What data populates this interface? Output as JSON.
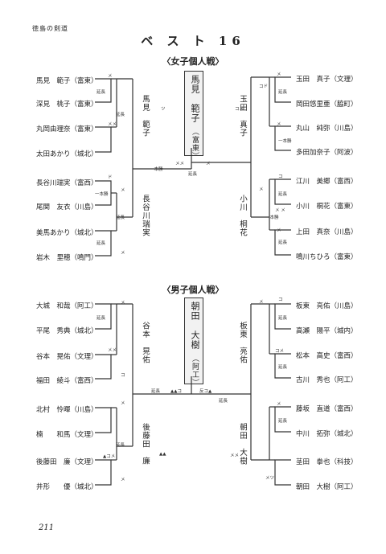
{
  "header": "徳島の剣道",
  "title": "ベ ス ト 16",
  "women": {
    "heading": "〈女子個人戦〉",
    "left_players": [
      "馬見　範子（富東）",
      "深見　桃子（富東）",
      "丸岡由理奈（富東）",
      "太田あかり（城北）",
      "長谷川瑞実（富西）",
      "尾関　友衣（川島）",
      "美馬あかり（城北）",
      "岩木　里穂（鳴門）"
    ],
    "right_players": [
      "玉田　真子（文理）",
      "岡田悠里亜（脇町）",
      "丸山　純弥（川島）",
      "多田加奈子（阿波）",
      "江川　美郷（富西）",
      "小川　桐花（富東）",
      "上田　真奈（川島）",
      "鳴川ちひろ（富東）"
    ],
    "semi_left": [
      "馬見　範子",
      "長谷川瑞実"
    ],
    "semi_right": [
      "玉田　真子",
      "小川　桐花"
    ],
    "champion": {
      "name": "馬見　範子",
      "school": "（富東）"
    }
  },
  "men": {
    "heading": "〈男子個人戦〉",
    "left_players": [
      "大城　和哉（阿工）",
      "平尾　秀典（城北）",
      "谷本　晃佑（文理）",
      "福田　綾斗（富西）",
      "北村　怜暉（川島）",
      "楠　　和馬（文理）",
      "後藤田　廉（文理）",
      "井形　　優（城北）"
    ],
    "right_players": [
      "板東　亮佑（川島）",
      "高瀬　陽平（城内）",
      "松本　高史（富西）",
      "古川　秀也（阿工）",
      "藤坂　直道（富西）",
      "中川　拓弥（城北）",
      "茎田　拳也（科技）",
      "朝田　大樹（阿工）"
    ],
    "semi_left": [
      "谷本　晃佑",
      "後藤田　廉"
    ],
    "semi_right": [
      "板東　亮佑",
      "朝田　大樹"
    ],
    "champion": {
      "name": "朝田　大樹",
      "school": "（阿工）"
    }
  },
  "marks": {
    "encho": "延長",
    "ippon": "一本勝",
    "me": "メ",
    "meme": "メメ",
    "ko": "コ",
    "do": "ド",
    "tsu": "ツ",
    "kome": "コメ",
    "kodo": "コド",
    "memm": "メ メ",
    "hanko": "反コ▲",
    "aako": "▲▲コ",
    "triple": "▲▲",
    "akome": "▲コメ",
    "metsu": "メツ"
  },
  "page_number": "211"
}
